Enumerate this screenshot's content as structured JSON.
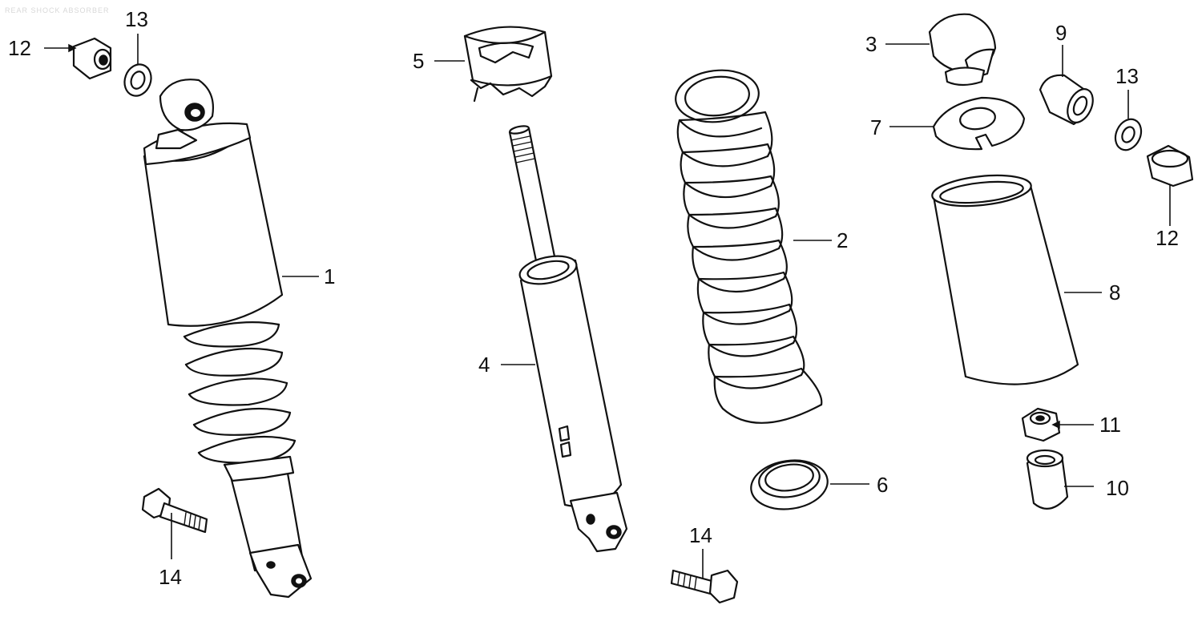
{
  "faint_header": "REAR SHOCK ABSORBER",
  "callouts": [
    {
      "id": "label-1",
      "text": "1"
    },
    {
      "id": "label-2",
      "text": "2"
    },
    {
      "id": "label-3",
      "text": "3"
    },
    {
      "id": "label-4",
      "text": "4"
    },
    {
      "id": "label-5",
      "text": "5"
    },
    {
      "id": "label-6",
      "text": "6"
    },
    {
      "id": "label-7",
      "text": "7"
    },
    {
      "id": "label-8",
      "text": "8"
    },
    {
      "id": "label-9",
      "text": "9"
    },
    {
      "id": "label-10",
      "text": "10"
    },
    {
      "id": "label-11",
      "text": "11"
    },
    {
      "id": "label-12a",
      "text": "12"
    },
    {
      "id": "label-12b",
      "text": "12"
    },
    {
      "id": "label-13a",
      "text": "13"
    },
    {
      "id": "label-13b",
      "text": "13"
    },
    {
      "id": "label-14a",
      "text": "14"
    },
    {
      "id": "label-14b",
      "text": "14"
    }
  ]
}
